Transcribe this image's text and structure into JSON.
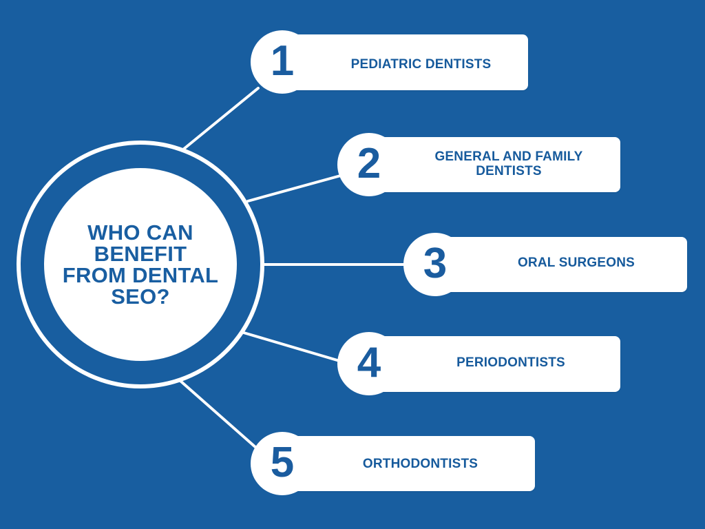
{
  "diagram": {
    "center_title": "WHO CAN BENEFIT FROM DENTAL SEO?",
    "items": [
      {
        "number": "1",
        "label": "PEDIATRIC DENTISTS"
      },
      {
        "number": "2",
        "label": "GENERAL AND FAMILY DENTISTS"
      },
      {
        "number": "3",
        "label": "ORAL SURGEONS"
      },
      {
        "number": "4",
        "label": "PERIODONTISTS"
      },
      {
        "number": "5",
        "label": "ORTHODONTISTS"
      }
    ]
  },
  "colors": {
    "background": "#185ea0",
    "foreground": "#ffffff",
    "text": "#1a5c9f"
  }
}
